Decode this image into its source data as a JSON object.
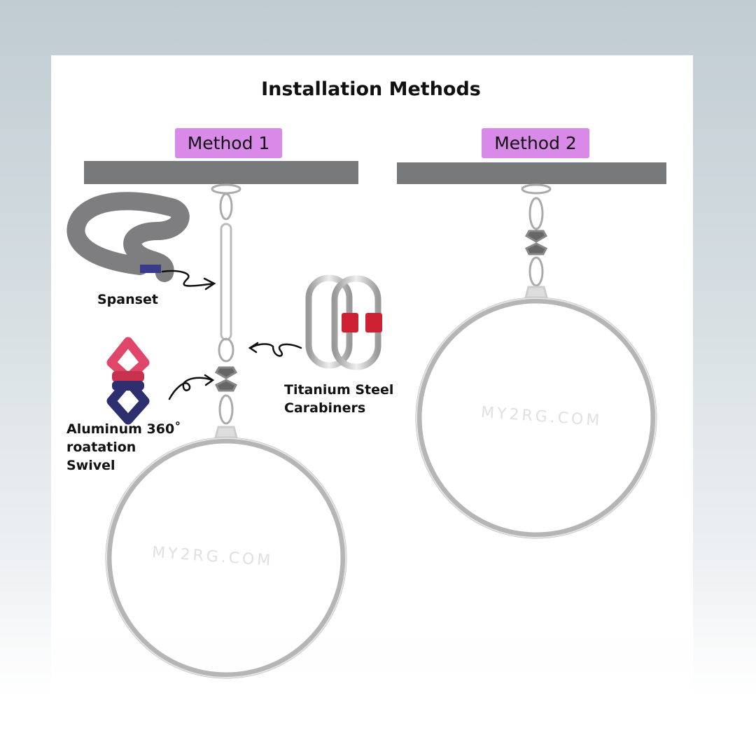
{
  "title": "Installation Methods",
  "methods": [
    {
      "label": "Method 1"
    },
    {
      "label": "Method 2"
    }
  ],
  "labels": {
    "spanset": "Spanset",
    "carabiners_line1": "Titanium Steel",
    "carabiners_line2": "Carabiners",
    "swivel_line1": "Aluminum 360˚",
    "swivel_line2": "roatation",
    "swivel_line3": "Swivel"
  },
  "watermark": "MY2RG.COM",
  "colors": {
    "badge": "#d98ae8",
    "beam": "#77787a",
    "ring": "#b8b8b8"
  }
}
